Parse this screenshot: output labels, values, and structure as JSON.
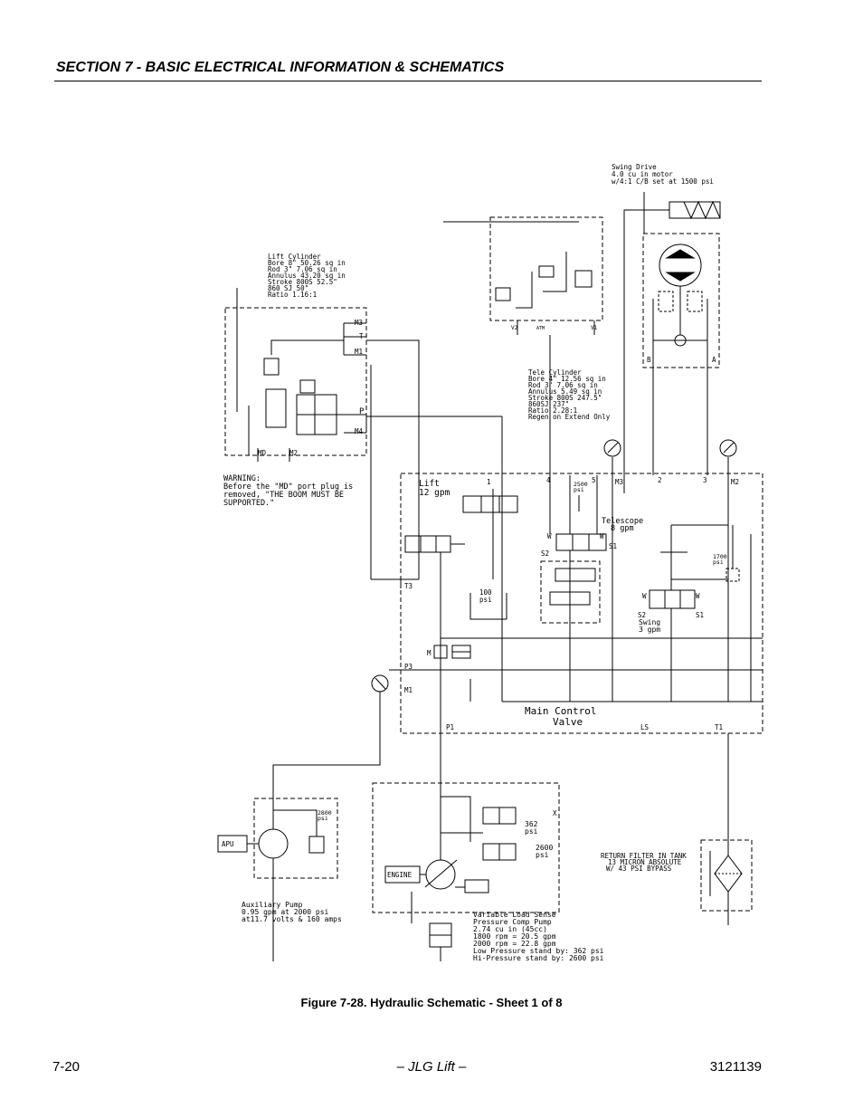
{
  "header": {
    "section_title": "SECTION 7 - BASIC ELECTRICAL INFORMATION & SCHEMATICS"
  },
  "schematic": {
    "swing_drive": [
      "Swing Drive",
      "4.0 cu in motor",
      "w/4:1 C/B set at 1500 psi"
    ],
    "lift_cylinder": [
      "Lift Cylinder",
      "Bore    8\"    50.26 sq in",
      "Rod     3\"     7.06 sq in",
      "Annulus      43.20 sq in",
      "Stroke 800S  52.5\"",
      "       860 SJ 50\"",
      "Ratio        1.16:1"
    ],
    "tele_cylinder": [
      "Tele Cylinder",
      "Bore   4\" 12.56 sq in",
      "Rod    3\"  7.06 sq in",
      "Annulus    5.49 sq in",
      "Stroke 800S  247.5\"",
      "       860SJ 237\"",
      "Ratio         2.28:1",
      "Regen on Extend Only"
    ],
    "warning": [
      "WARNING:",
      "Before the \"MD\" port plug is",
      "removed, \"THE BOOM MUST BE",
      "SUPPORTED.\""
    ],
    "lift_valve": [
      "Lift",
      "12 gpm"
    ],
    "telescope_valve": [
      "Telescope",
      "8 gpm"
    ],
    "swing_valve": [
      "Swing",
      "3 gpm"
    ],
    "main_control_valve": [
      "Main Control",
      "Valve"
    ],
    "auxiliary_pump": [
      "Auxiliary Pump",
      "0.95 gpm at 2000 psi",
      "at11.7 volts & 160 amps"
    ],
    "main_pump": [
      "Variable Load Sense",
      "Pressure Comp Pump",
      "2.74 cu in (45cc)",
      "1800 rpm = 20.5 gpm",
      "2000 rpm = 22.8 gpm",
      "Low Pressure stand by: 362 psi",
      "Hi-Pressure stand by: 2600 psi"
    ],
    "return_filter": [
      "RETURN FILTER IN TANK",
      "13 MICRON ABSOLUTE",
      "W/ 43 PSI BYPASS"
    ],
    "apu_label": "APU",
    "engine_label": "ENGINE",
    "psi_2800": [
      "2800",
      "psi"
    ],
    "psi_362": [
      "362",
      "psi"
    ],
    "psi_2600": [
      "2600",
      "psi"
    ],
    "psi_2500": [
      "2500",
      "psi"
    ],
    "psi_1700": [
      "1700",
      "psi"
    ],
    "psi_100": [
      "100",
      "psi"
    ],
    "ports": {
      "m3_top": "M3",
      "t_top": "T",
      "m1_top": "M1",
      "p_top": "P",
      "m4": "M4",
      "md": "MD",
      "m2_top": "M2",
      "v2": "V2",
      "atm": "ATM",
      "v1": "V1",
      "b": "B",
      "a": "A",
      "n1": "1",
      "n4": "4",
      "n5": "5",
      "m3": "M3",
      "n2": "2",
      "n3": "3",
      "m2": "M2",
      "t3": "T3",
      "p3": "P3",
      "m1": "M1",
      "p1": "P1",
      "ls": "LS",
      "t1": "T1",
      "s2a": "S2",
      "s1a": "S1",
      "wa": "W",
      "wb": "W",
      "s2b": "S2",
      "s1b": "S1",
      "wc": "W",
      "wd": "W",
      "m": "M",
      "x": "X"
    }
  },
  "caption": "Figure 7-28.  Hydraulic Schematic - Sheet 1 of 8",
  "footer": {
    "page_number": "7-20",
    "center": "– JLG Lift –",
    "doc_number": "3121139"
  }
}
